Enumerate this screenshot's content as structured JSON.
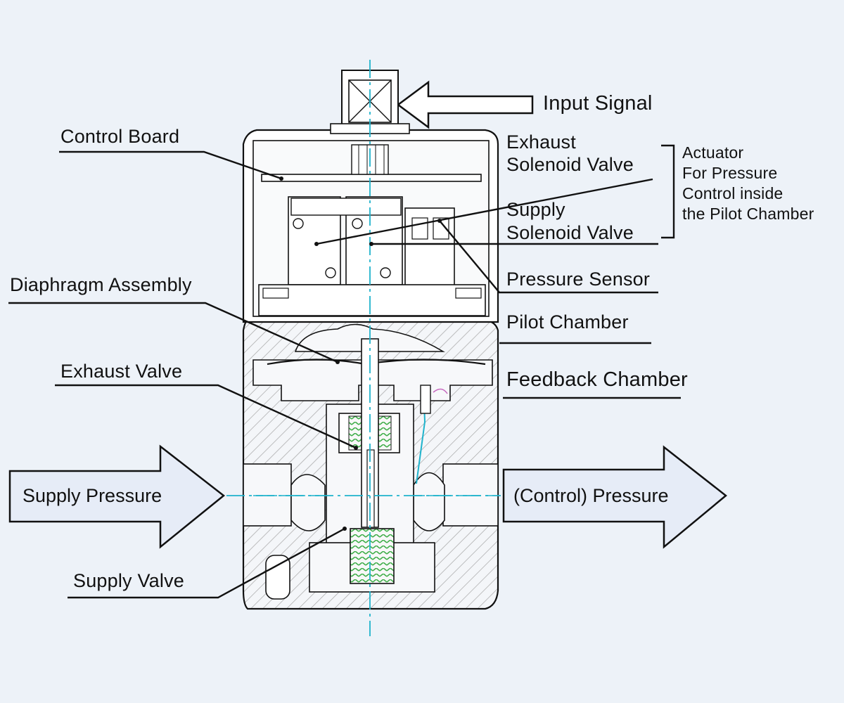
{
  "labels": {
    "input_signal": "Input Signal",
    "control_board": "Control Board",
    "exhaust_solenoid_1": "Exhaust",
    "exhaust_solenoid_2": "Solenoid Valve",
    "supply_solenoid_1": "Supply",
    "supply_solenoid_2": "Solenoid Valve",
    "actuator_1": "Actuator",
    "actuator_2": "For Pressure",
    "actuator_3": "Control inside",
    "actuator_4": "the Pilot Chamber",
    "pressure_sensor": "Pressure Sensor",
    "diaphragm_assembly": "Diaphragm Assembly",
    "pilot_chamber": "Pilot Chamber",
    "exhaust_valve": "Exhaust Valve",
    "feedback_chamber": "Feedback Chamber",
    "supply_pressure": "Supply Pressure",
    "control_pressure": "(Control) Pressure",
    "supply_valve": "Supply Valve"
  },
  "colors": {
    "background": "#edf2f8",
    "line": "#111111",
    "hatch": "#9a9a9a",
    "centerline": "#1fb3cc",
    "arrow_fill": "#e6ecf7",
    "spring": "#3fae49",
    "accent": "#c86bc0"
  }
}
